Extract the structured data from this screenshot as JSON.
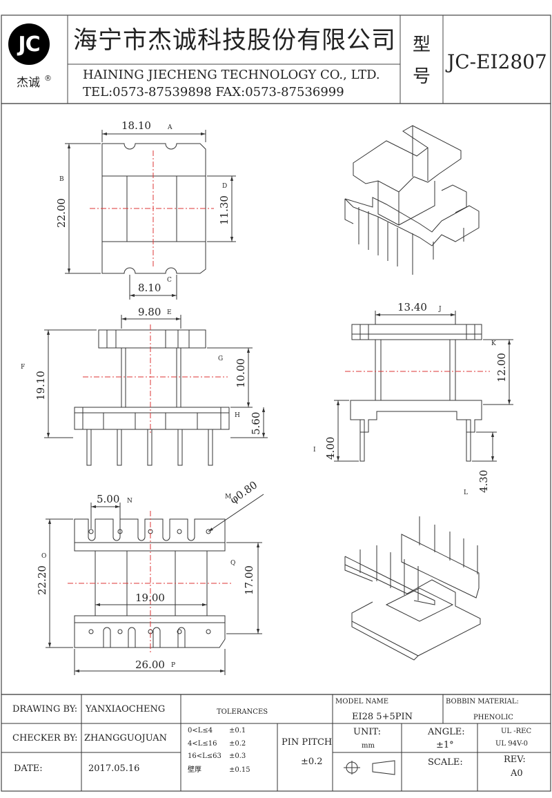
{
  "header": {
    "logo_text": "JC",
    "logo_sub": "杰诚",
    "registered_mark": "®",
    "company_cn": "海宁市杰诚科技股份有限公司",
    "company_en": "HAINING JIECHENG TECHNOLOGY CO., LTD.",
    "contact": "TEL:0573-87539898  FAX:0573-87536999",
    "model_label_1": "型",
    "model_label_2": "号",
    "model": "JC-EI2807"
  },
  "dimensions": {
    "A": {
      "value": "18.10",
      "marker": "A"
    },
    "B": {
      "value": "22.00",
      "marker": "B"
    },
    "C": {
      "value": "8.10",
      "marker": "C"
    },
    "D": {
      "value": "11.30",
      "marker": "D"
    },
    "E": {
      "value": "9.80",
      "marker": "E"
    },
    "F": {
      "value": "19.10",
      "marker": "F"
    },
    "G": {
      "value": "10.00",
      "marker": "G"
    },
    "H": {
      "value": "5.60",
      "marker": "H"
    },
    "I": {
      "value": "4.00",
      "marker": "I"
    },
    "J": {
      "value": "13.40",
      "marker": "J"
    },
    "K": {
      "value": "12.00",
      "marker": "K"
    },
    "L": {
      "value": "4.30",
      "marker": "L"
    },
    "M": {
      "value": "φ0.80",
      "marker": "M"
    },
    "N": {
      "value": "5.00",
      "marker": "N"
    },
    "O": {
      "value": "22.20",
      "marker": "O"
    },
    "P": {
      "value": "26.00",
      "marker": "P"
    },
    "Q": {
      "value": "17.00",
      "marker": "Q"
    },
    "R": {
      "value": "19.00"
    }
  },
  "title_block": {
    "drawing_by_label": "DRAWING  BY:",
    "drawing_by": "YANXIAOCHENG",
    "checker_by_label": "CHECKER  BY:",
    "checker_by": "ZHANGGUOJUAN",
    "date_label": "DATE:",
    "date": "2017.05.16",
    "tolerances_label": "TOLERANCES",
    "tol_rows": [
      {
        "range": "0<L≤4",
        "tol": "±0.1"
      },
      {
        "range": "4<L≤16",
        "tol": "±0.2"
      },
      {
        "range": "16<L≤63",
        "tol": "±0.3"
      },
      {
        "range": "壁厚",
        "tol": "±0.15"
      }
    ],
    "pin_pitch_label": "PIN PITCH",
    "pin_pitch_tol": "±0.2",
    "model_name_label": "MODEL NAME",
    "model_name": "EI28 5+5PIN",
    "bobbin_material_label": "BOBBIN MATERIAL:",
    "bobbin_material": "PHENOLIC",
    "unit_label": "UNIT:",
    "unit": "mm",
    "angle_label": "ANGLE:",
    "angle": "±1°",
    "ul_rec": "UL -REC",
    "ul_94": "UL  94V-0",
    "scale_label": "SCALE:",
    "rev_label": "REV:",
    "rev": "A0"
  }
}
